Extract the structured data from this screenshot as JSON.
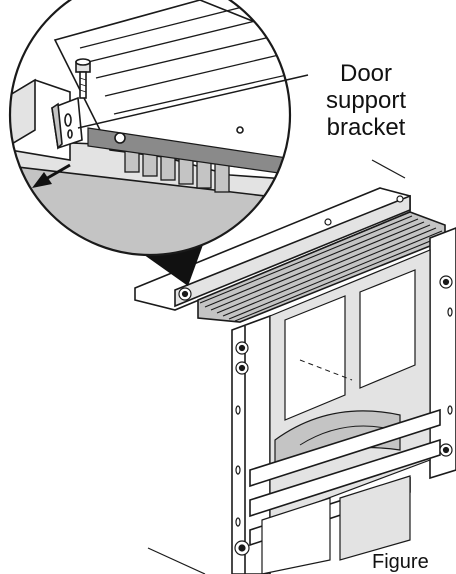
{
  "callout": {
    "line1": "Door",
    "line2": "support",
    "line3": "bracket"
  },
  "figure_label": "Figure",
  "colors": {
    "line": "#1a1a1a",
    "shade_light": "#e3e3e3",
    "shade_mid": "#c4c4c4",
    "shade_dark": "#8a8a8a",
    "arrow_fill": "#111111"
  },
  "icons": {
    "pull_direction": "arrow-down-left-icon",
    "zoom_pointer": "zoom-pointer-triangle-icon"
  }
}
